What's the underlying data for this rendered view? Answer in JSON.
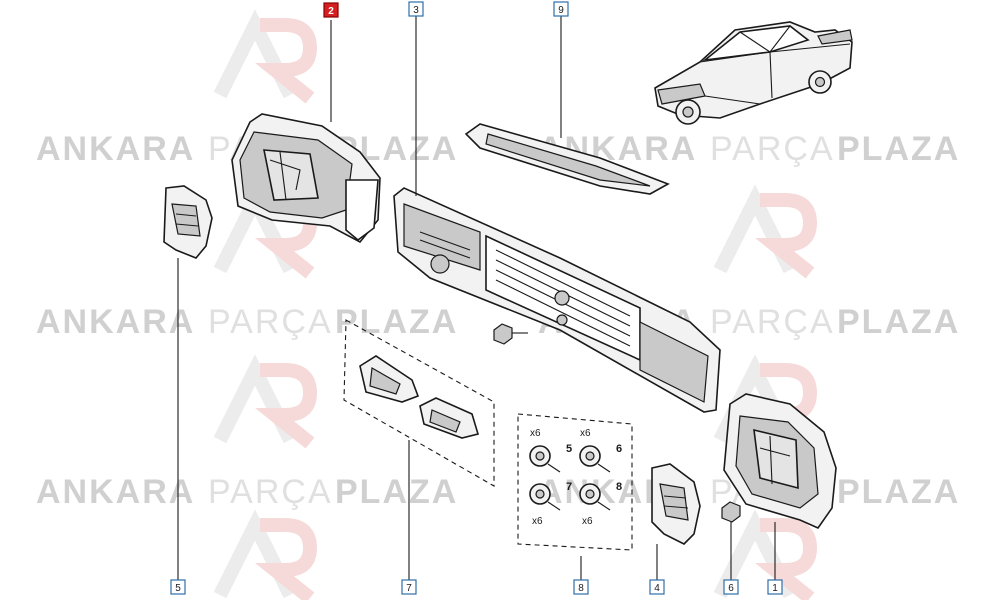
{
  "watermark": {
    "word1": "ANKARA",
    "word2": "PARÇA",
    "word3": "PLAZA"
  },
  "callouts": {
    "c1": "1",
    "c2": "2",
    "c3": "3",
    "c4": "4",
    "c5": "5",
    "c6": "6",
    "c7": "7",
    "c8": "8",
    "c9": "9"
  },
  "kit": {
    "qty_top_left": "x6",
    "qty_top_right": "x6",
    "qty_bottom_left": "x6",
    "qty_bottom_right": "x6",
    "sub5": "5",
    "sub6": "6",
    "sub7": "7",
    "sub8": "8"
  },
  "colors": {
    "highlight": "#d42020",
    "callout_border": "#2e6fa8"
  }
}
